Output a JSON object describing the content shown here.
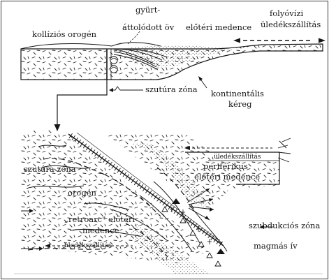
{
  "top_section": {
    "labels": {
      "collision_orogen": "kollíziós orogén",
      "fold_thrust_belt_line1": "gyürt-",
      "fold_thrust_belt_line2": "áttolódott öv",
      "foreland_basin": "előtéri medence",
      "fluvial_transport_line1": "folyóvízi",
      "fluvial_transport_line2": "üledékszállítás",
      "suture_zone": "szutúra zóna",
      "continental_crust_line1": "kontinentális",
      "continental_crust_line2": "kéreg"
    }
  },
  "bottom_section": {
    "labels": {
      "sediment_transport_upper": "üledékszállítás",
      "peripheral_foreland_line1": "periférikus",
      "peripheral_foreland_line2": "előtéri medence",
      "suture_zone": "szutúra zóna",
      "orogen": "orogén",
      "retroarc_line1": "„retroarc\" előtéri",
      "retroarc_line2": "medence",
      "subduction_zone": "szubdukciós zóna",
      "sediment_transport_lower": "üledékszállítás",
      "magmatic_arc": "magmás ív"
    }
  },
  "colors": {
    "ink": "#161616",
    "background": "#ffffff"
  }
}
